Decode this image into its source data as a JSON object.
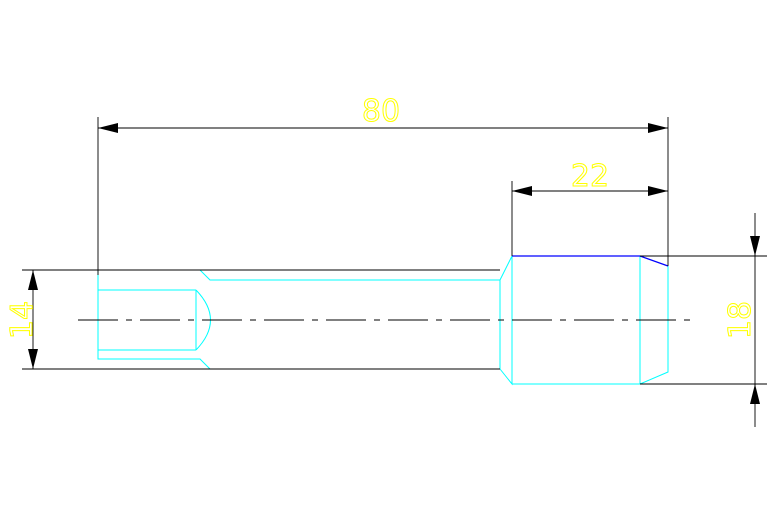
{
  "drawing": {
    "dimensions": {
      "overall_length": "80",
      "head_length": "22",
      "shank_diameter": "14",
      "head_diameter": "18"
    },
    "colors": {
      "background": "#ffffff",
      "part_outline": "#00ffff",
      "edge_highlight": "#0000ff",
      "dimension_lines": "#000000",
      "dimension_text": "#ffff00",
      "centerline": "#000000"
    }
  }
}
